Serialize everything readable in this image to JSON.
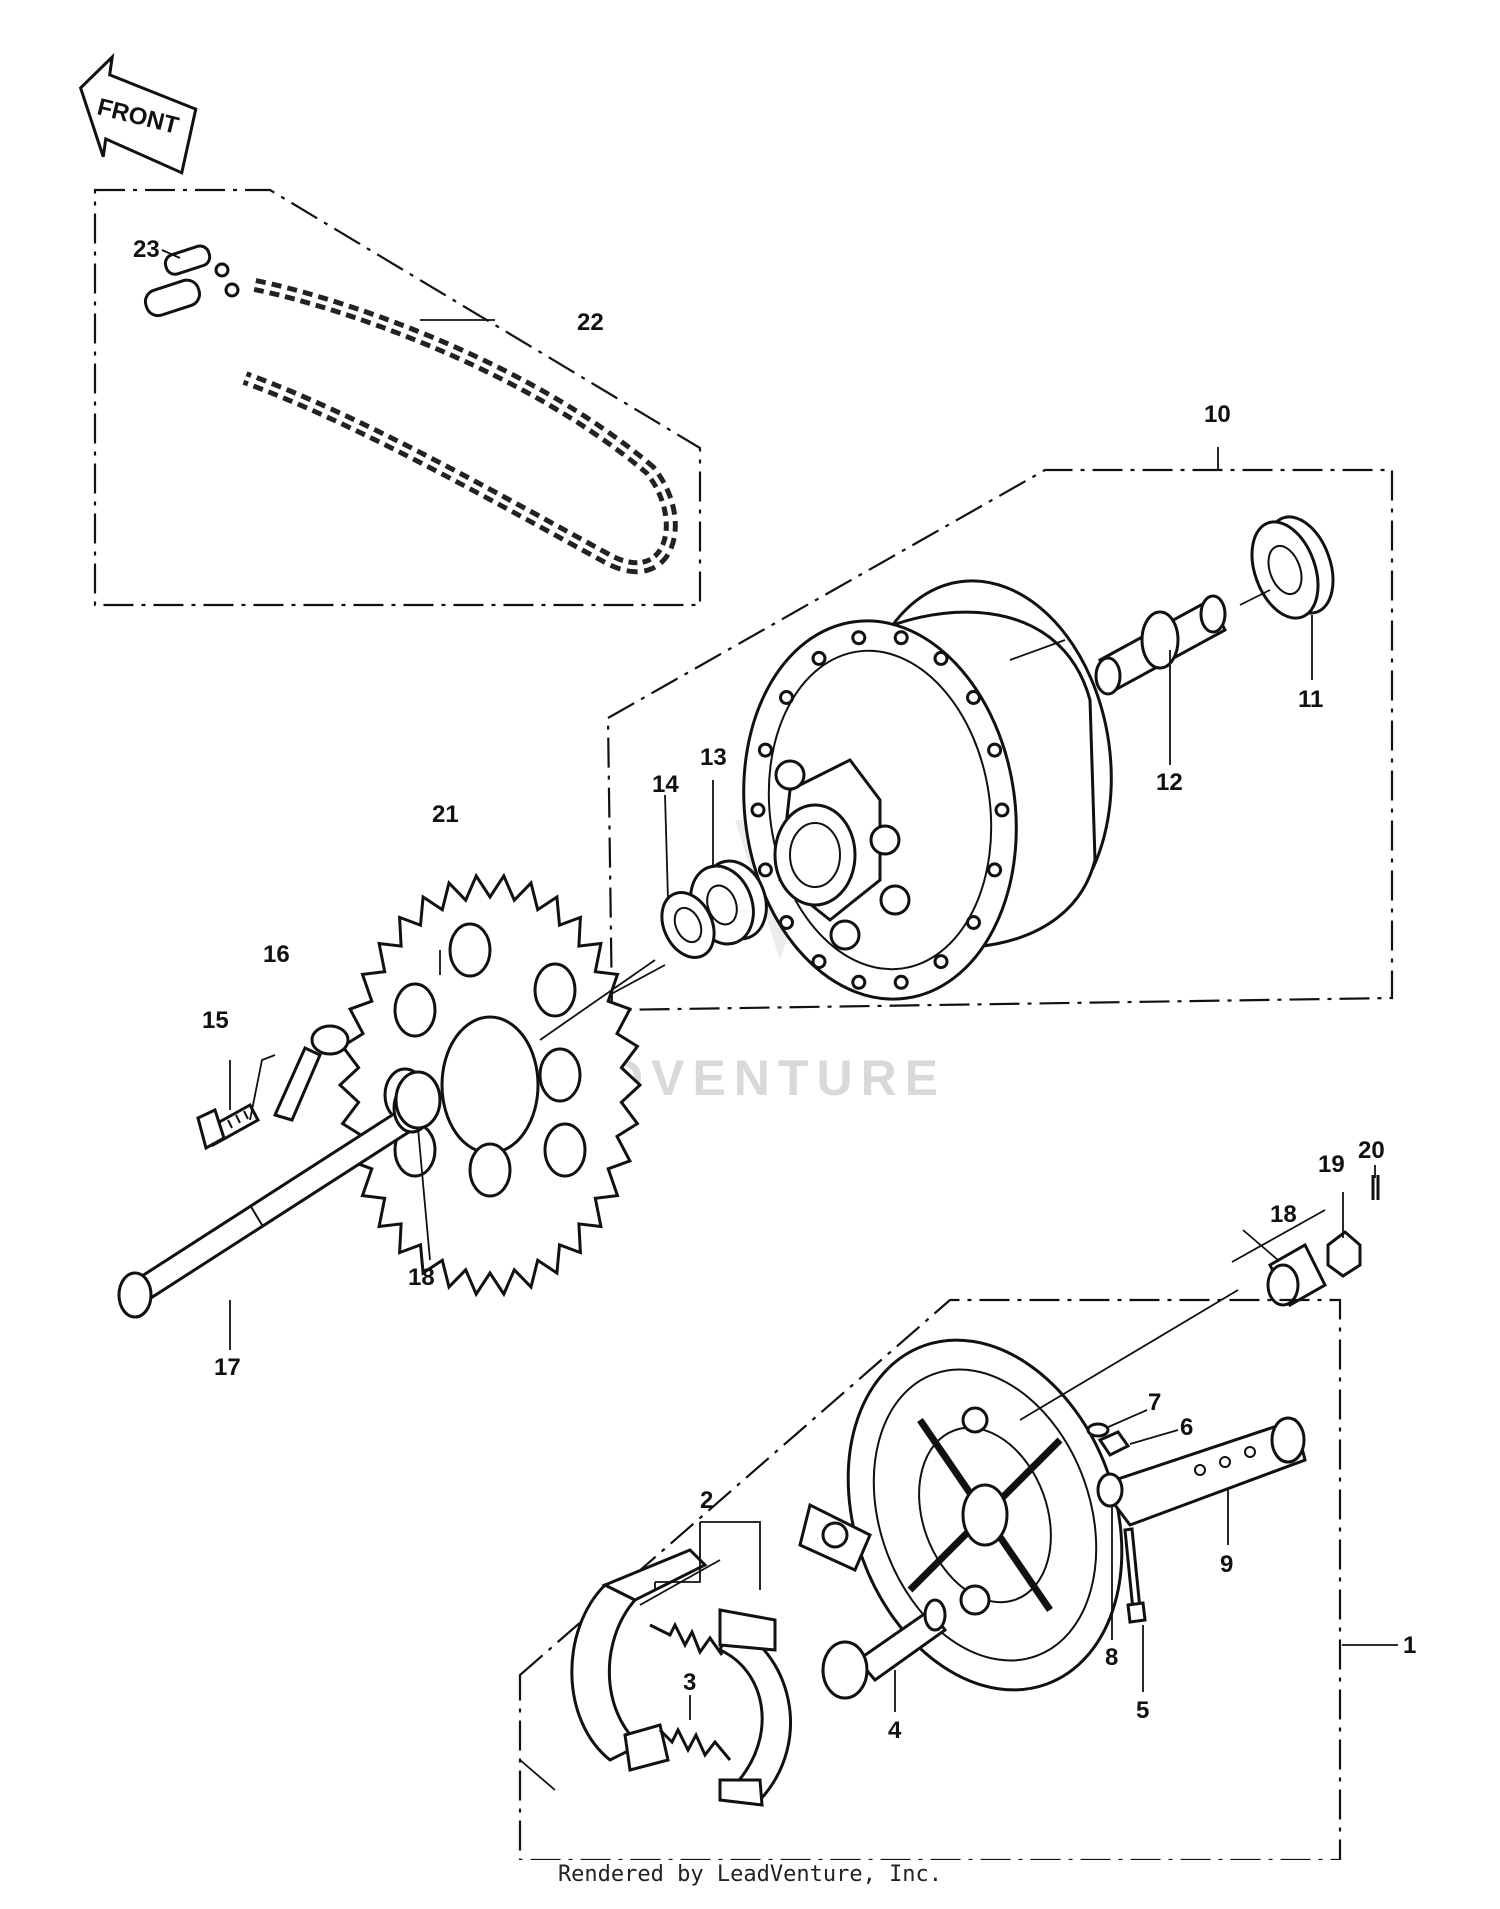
{
  "front_label": "FRONT",
  "watermark": "LEADVENTURE",
  "footer": "Rendered by LeadVenture, Inc.",
  "callouts": {
    "c1": "1",
    "c2": "2",
    "c3": "3",
    "c4": "4",
    "c5": "5",
    "c6": "6",
    "c7": "7",
    "c8": "8",
    "c9": "9",
    "c10": "10",
    "c11": "11",
    "c12": "12",
    "c13": "13",
    "c14": "14",
    "c15": "15",
    "c16": "16",
    "c17": "17",
    "c18a": "18",
    "c18b": "18",
    "c19": "19",
    "c20": "20",
    "c21": "21",
    "c22": "22",
    "c23": "23"
  }
}
